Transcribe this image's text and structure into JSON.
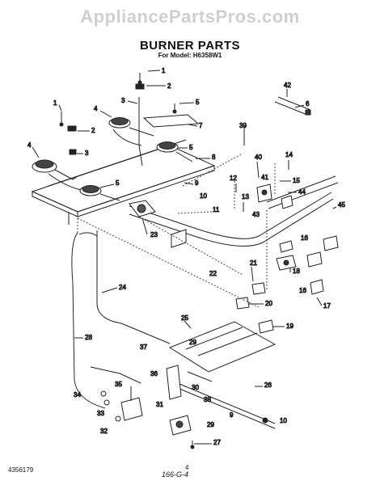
{
  "header": {
    "watermark": "AppliancePartsPros.com",
    "title": "BURNER PARTS",
    "subtitle": "For Model: H6358W1"
  },
  "callouts": [
    "1",
    "2",
    "3",
    "4",
    "5",
    "6",
    "7",
    "8",
    "9",
    "10",
    "11",
    "12",
    "13",
    "14",
    "15",
    "16",
    "17",
    "18",
    "19",
    "20",
    "21",
    "22",
    "23",
    "24",
    "25",
    "26",
    "27",
    "28",
    "29",
    "30",
    "31",
    "32",
    "33",
    "34",
    "35",
    "36",
    "37",
    "38",
    "39",
    "40",
    "41",
    "42",
    "43",
    "44",
    "45"
  ],
  "footer": {
    "part_number": "4356179",
    "page": "4",
    "handwritten": "166-G-4"
  }
}
